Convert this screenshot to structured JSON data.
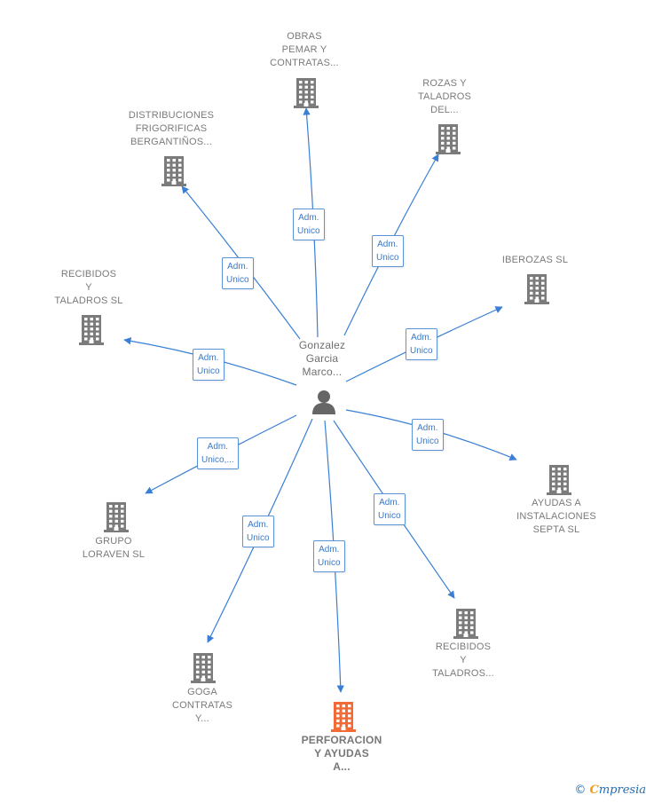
{
  "colors": {
    "edge": "#3a7fd5",
    "building": "#7b7b7b",
    "building_highlight": "#f26a35",
    "person": "#666666"
  },
  "center": {
    "name_lines": [
      "Gonzalez",
      "Garcia",
      "Marco..."
    ],
    "icon": "person-icon"
  },
  "companies": [
    {
      "id": "obras",
      "lines": [
        "OBRAS",
        "PEMAR Y",
        "CONTRATAS..."
      ],
      "edge_lines": [
        "Adm.",
        "Unico"
      ],
      "highlight": false
    },
    {
      "id": "rozas",
      "lines": [
        "ROZAS Y",
        "TALADROS",
        "DEL..."
      ],
      "edge_lines": [
        "Adm.",
        "Unico"
      ],
      "highlight": false
    },
    {
      "id": "distribuciones",
      "lines": [
        "DISTRIBUCIONES",
        "FRIGORIFICAS",
        "BERGANTIÑOS..."
      ],
      "edge_lines": [
        "Adm.",
        "Unico"
      ],
      "highlight": false
    },
    {
      "id": "iberozas",
      "lines": [
        "IBEROZAS SL"
      ],
      "edge_lines": [
        "Adm.",
        "Unico"
      ],
      "highlight": false
    },
    {
      "id": "recibidos1",
      "lines": [
        "RECIBIDOS",
        "Y",
        "TALADROS SL"
      ],
      "edge_lines": [
        "Adm.",
        "Unico"
      ],
      "highlight": false
    },
    {
      "id": "ayudas",
      "lines": [
        "AYUDAS A",
        "INSTALACIONES",
        "SEPTA  SL"
      ],
      "edge_lines": [
        "Adm.",
        "Unico"
      ],
      "highlight": false
    },
    {
      "id": "grupo",
      "lines": [
        "GRUPO",
        "LORAVEN SL"
      ],
      "edge_lines": [
        "Adm.",
        "Unico,..."
      ],
      "highlight": false
    },
    {
      "id": "recibidos2",
      "lines": [
        "RECIBIDOS",
        "Y",
        "TALADROS..."
      ],
      "edge_lines": [
        "Adm.",
        "Unico"
      ],
      "highlight": false
    },
    {
      "id": "goga",
      "lines": [
        "GOGA",
        "CONTRATAS",
        "Y..."
      ],
      "edge_lines": [
        "Adm.",
        "Unico"
      ],
      "highlight": false
    },
    {
      "id": "perforacion",
      "lines": [
        "PERFORACION",
        "Y AYUDAS",
        "A..."
      ],
      "edge_lines": [
        "Adm.",
        "Unico"
      ],
      "highlight": true
    }
  ],
  "footer": {
    "copyright": "©",
    "brand_initial": "C",
    "brand_rest": "mpresia"
  }
}
